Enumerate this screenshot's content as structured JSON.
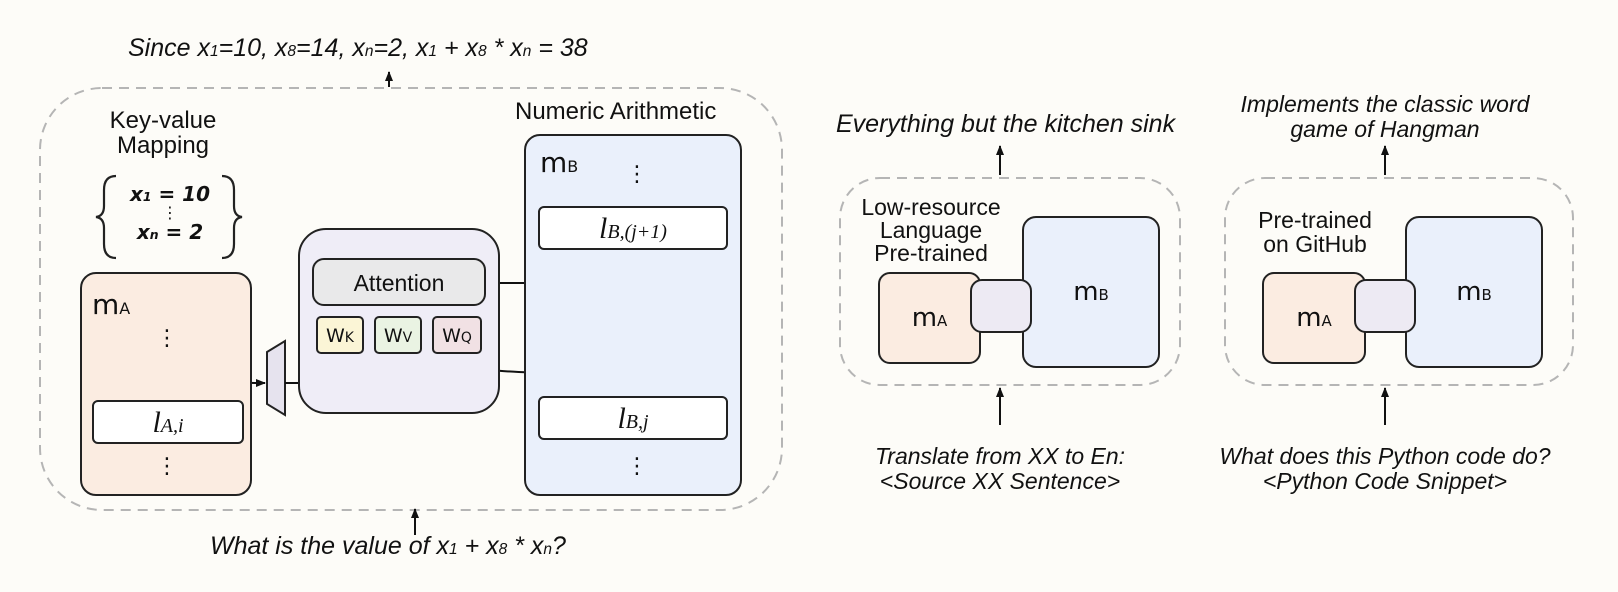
{
  "panel_a": {
    "output_text": "Since x₁=10, x₈=14, xₙ=2, x₁ + x₈ * xₙ = 38",
    "input_text": "What is the value of x₁ + x₈ * xₙ?",
    "kv_label_line1": "Key-value",
    "kv_label_line2": "Mapping",
    "kv_line1": "x₁ = 10",
    "kv_line2": "xₙ = 2",
    "arith_label": "Numeric Arithmetic",
    "mA_label": "m",
    "mA_sub": "A",
    "mB_label": "m",
    "mB_sub": "B",
    "lAi_main": "l",
    "lAi_sub": "A,i",
    "lBj1_main": "l",
    "lBj1_sub": "B,(j+1)",
    "lBj_main": "l",
    "lBj_sub": "B,j",
    "attention_label": "Attention",
    "wk": "W",
    "wk_sub": "K",
    "wv": "W",
    "wv_sub": "V",
    "wq": "W",
    "wq_sub": "Q",
    "vdots": "⋮"
  },
  "panel_b": {
    "output_text": "Everything but the kitchen sink",
    "anchor_label": [
      "Low-resource",
      "Language",
      "Pre-trained"
    ],
    "mA_label": "m",
    "mA_sub": "A",
    "mB_label": "m",
    "mB_sub": "B",
    "input_line1": "Translate from XX to En:",
    "input_line2": "<Source XX Sentence>"
  },
  "panel_c": {
    "output_line1": "Implements the classic word",
    "output_line2": "game of Hangman",
    "anchor_label": [
      "Pre-trained",
      "on GitHub"
    ],
    "mA_label": "m",
    "mA_sub": "A",
    "mB_label": "m",
    "mB_sub": "B",
    "input_line1": "What does this Python code do?",
    "input_line2": "<Python Code Snippet>"
  },
  "colors": {
    "mA_fill": "#fbece1",
    "mB_fill": "#eaf0fb",
    "attn_fill": "#efedf7",
    "wk_fill": "#fbf5d6",
    "wv_fill": "#eaf3e3",
    "wq_fill": "#f1e1e4",
    "connector_fill": "#edeaf3",
    "dashed_border": "#b5b5b5"
  }
}
